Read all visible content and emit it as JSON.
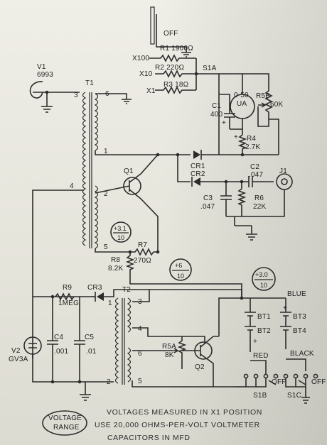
{
  "switch_positions": {
    "off": "OFF",
    "x100": "X100",
    "x10": "X10",
    "x1": "X1",
    "s1a": "S1A",
    "s1b": "S1B",
    "s1c": "S1C",
    "off_b": "OFF",
    "off_c": "OFF"
  },
  "components": {
    "v1_ref": "V1",
    "v1_type": "6993",
    "t1": "T1",
    "t2": "T2",
    "r1": "R1 1900Ω",
    "r2": "R2 220Ω",
    "r3": "R3 18Ω",
    "c1_ref": "C1",
    "c1_val": "400",
    "meter_top": "0-50",
    "meter_bottom": "UA",
    "r5b_ref": "R5B",
    "r5b_val": "60K",
    "r4_ref": "R4",
    "r4_val": "2.7K",
    "cr1": "CR1",
    "cr2": "CR2",
    "c2_ref": "C2",
    "c2_val": ".047",
    "j1": "J1",
    "c3_ref": "C3",
    "c3_val": ".047",
    "r6_ref": "R6",
    "r6_val": "22K",
    "q1": "Q1",
    "q2": "Q2",
    "r7_ref": "R7",
    "r7_val": "270Ω",
    "r8_ref": "R8",
    "r8_val": "8.2K",
    "r9_ref": "R9",
    "r9_val": "1MEG.",
    "cr3": "CR3",
    "v2_ref": "V2",
    "v2_type": "GV3A",
    "c4_ref": "C4",
    "c4_val": ".001",
    "c5_ref": "C5",
    "c5_val": ".01",
    "r5a_ref": "R5A",
    "r5a_val": "8K",
    "bt1": "BT1",
    "bt2": "BT2",
    "bt3": "BT3",
    "bt4": "BT4"
  },
  "t1_pins": [
    "3",
    "6",
    "1",
    "4",
    "2",
    "5"
  ],
  "t2_pins": [
    "1",
    "3",
    "4",
    "6",
    "5",
    "2"
  ],
  "wire_colors": {
    "blue": "BLUE",
    "red": "RED",
    "black": "BLACK"
  },
  "voltages": [
    {
      "value": "+3.1",
      "divisor": "10"
    },
    {
      "value": "+6",
      "divisor": "10"
    },
    {
      "value": "+3.0",
      "divisor": "10"
    }
  ],
  "voltage_range": {
    "line1": "VOLTAGE",
    "line2": "RANGE"
  },
  "notes": [
    "VOLTAGES MEASURED IN X1 POSITION",
    "USE 20,000 OHMS-PER-VOLT VOLTMETER",
    "CAPACITORS IN MFD"
  ]
}
